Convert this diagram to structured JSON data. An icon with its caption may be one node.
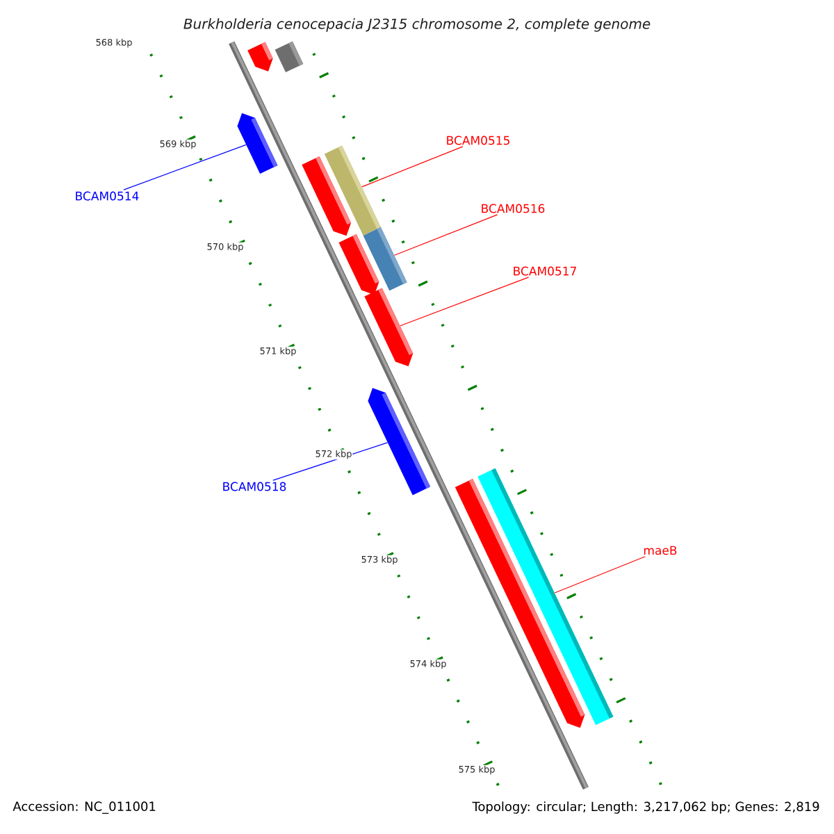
{
  "diagram": {
    "title": "Burkholderia cenocepacia J2315 chromosome 2, complete genome",
    "nodes": [
      {
        "text": [],
        "shape": "bar"
      },
      {
        "text": [],
        "shape": "bar"
      },
      {
        "text": [],
        "shape": "bar"
      },
      {
        "text": [
          "BCAM0515"
        ]
      },
      {
        "text": [],
        "shape": "bar"
      },
      {
        "text": [],
        "shape": "bar"
      },
      {
        "text": [
          "BCAM0514"
        ]
      },
      {
        "text": [
          "BCAM0516"
        ]
      },
      {
        "text": [],
        "shape": "bar"
      },
      {
        "text": [],
        "shape": "bar"
      },
      {
        "text": [
          "BCAM0517"
        ]
      },
      {
        "text": [],
        "shape": "bar"
      },
      {
        "text": [],
        "shape": "bar"
      },
      {
        "text": [
          "BCAM0518"
        ]
      },
      {
        "text": [],
        "shape": "bar"
      },
      {
        "text": [],
        "shape": "bar"
      },
      {
        "text": [
          "maeB"
        ]
      }
    ],
    "edges": [
      {
        "from": 6,
        "to": 2,
        "arrow": "none",
        "color": "#0000ff"
      },
      {
        "from": 3,
        "to": 5,
        "arrow": "none"
      },
      {
        "from": 7,
        "to": 9,
        "arrow": "none"
      },
      {
        "from": 10,
        "to": 11,
        "arrow": "none"
      },
      {
        "from": 13,
        "to": 12,
        "arrow": "none",
        "color": "#0000ff"
      },
      {
        "from": 16,
        "to": 15,
        "arrow": "none"
      }
    ],
    "labels": [
      "568 kbp",
      "569 kbp",
      "570 kbp",
      "571 kbp",
      "572 kbp",
      "573 kbp",
      "574 kbp",
      "575 kbp",
      "Accession: NC_011001",
      "Topology: circular; Length: 3,217,062 bp; Genes: 2,819"
    ]
  }
}
